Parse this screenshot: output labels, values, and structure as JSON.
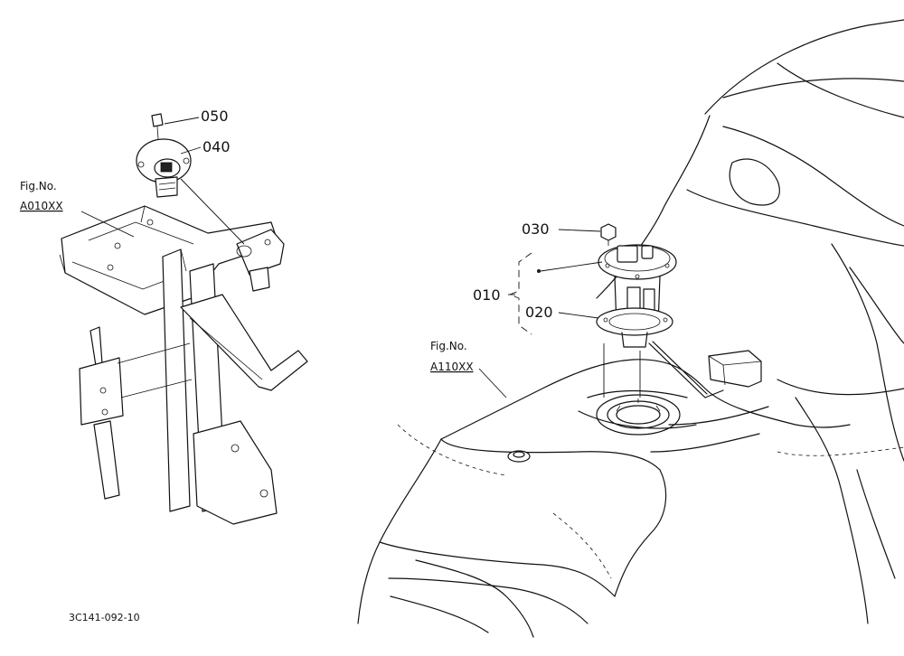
{
  "callouts": {
    "p050": "050",
    "p040": "040",
    "p030": "030",
    "p010": "010",
    "p020": "020"
  },
  "figure_refs": {
    "left": {
      "label": "Fig.No.",
      "code": "A010XX"
    },
    "right": {
      "label": "Fig.No.",
      "code": "A110XX"
    }
  },
  "drawing_code": "3C141-092-10"
}
